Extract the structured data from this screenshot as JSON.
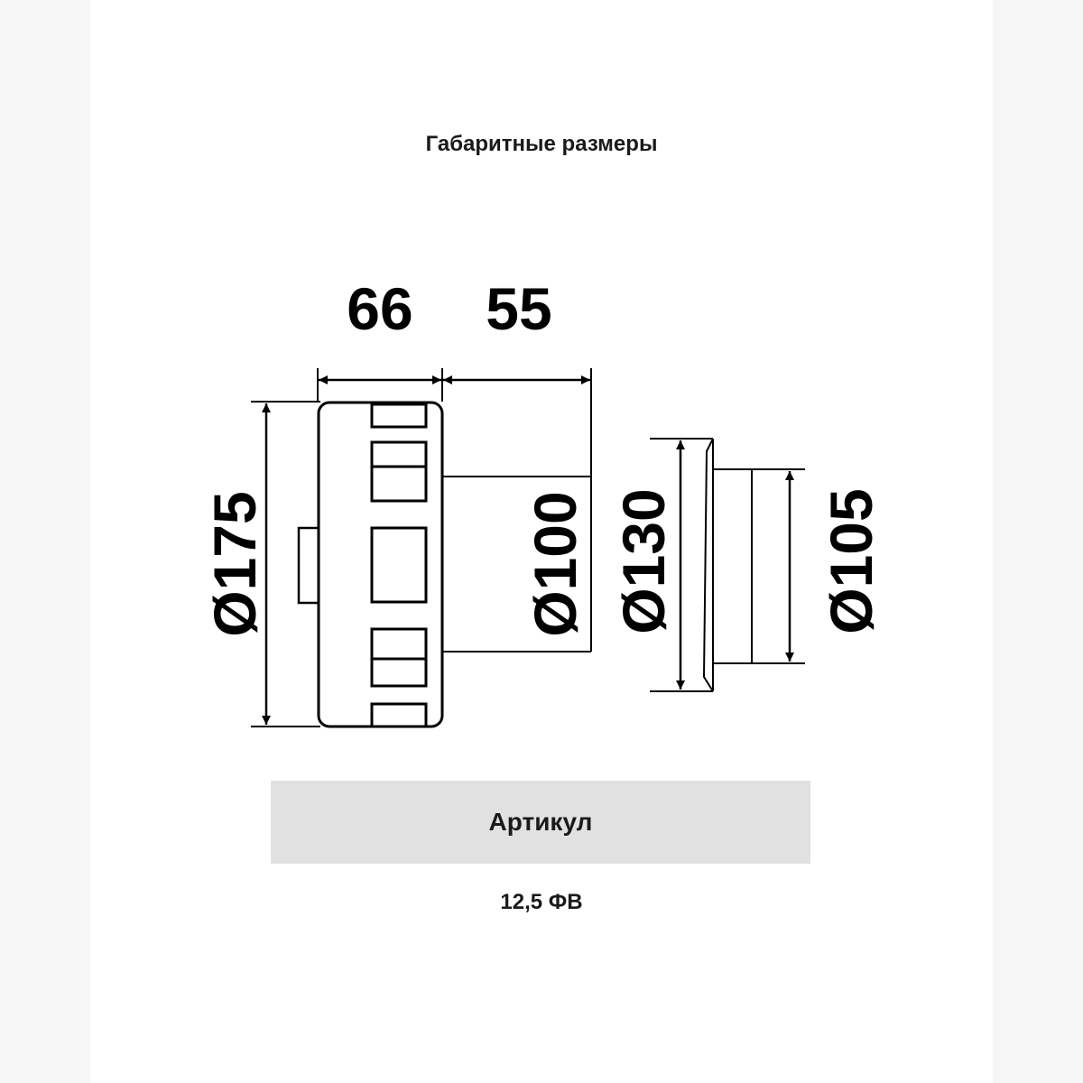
{
  "title": "Габаритные размеры",
  "dimensions": {
    "width_body": "66",
    "width_pipe": "55",
    "diameter_body": "Ø175",
    "diameter_pipe": "Ø100",
    "diameter_flange": "Ø130",
    "diameter_tube": "Ø105"
  },
  "article": {
    "label": "Артикул",
    "value": "12,5 ФВ"
  }
}
